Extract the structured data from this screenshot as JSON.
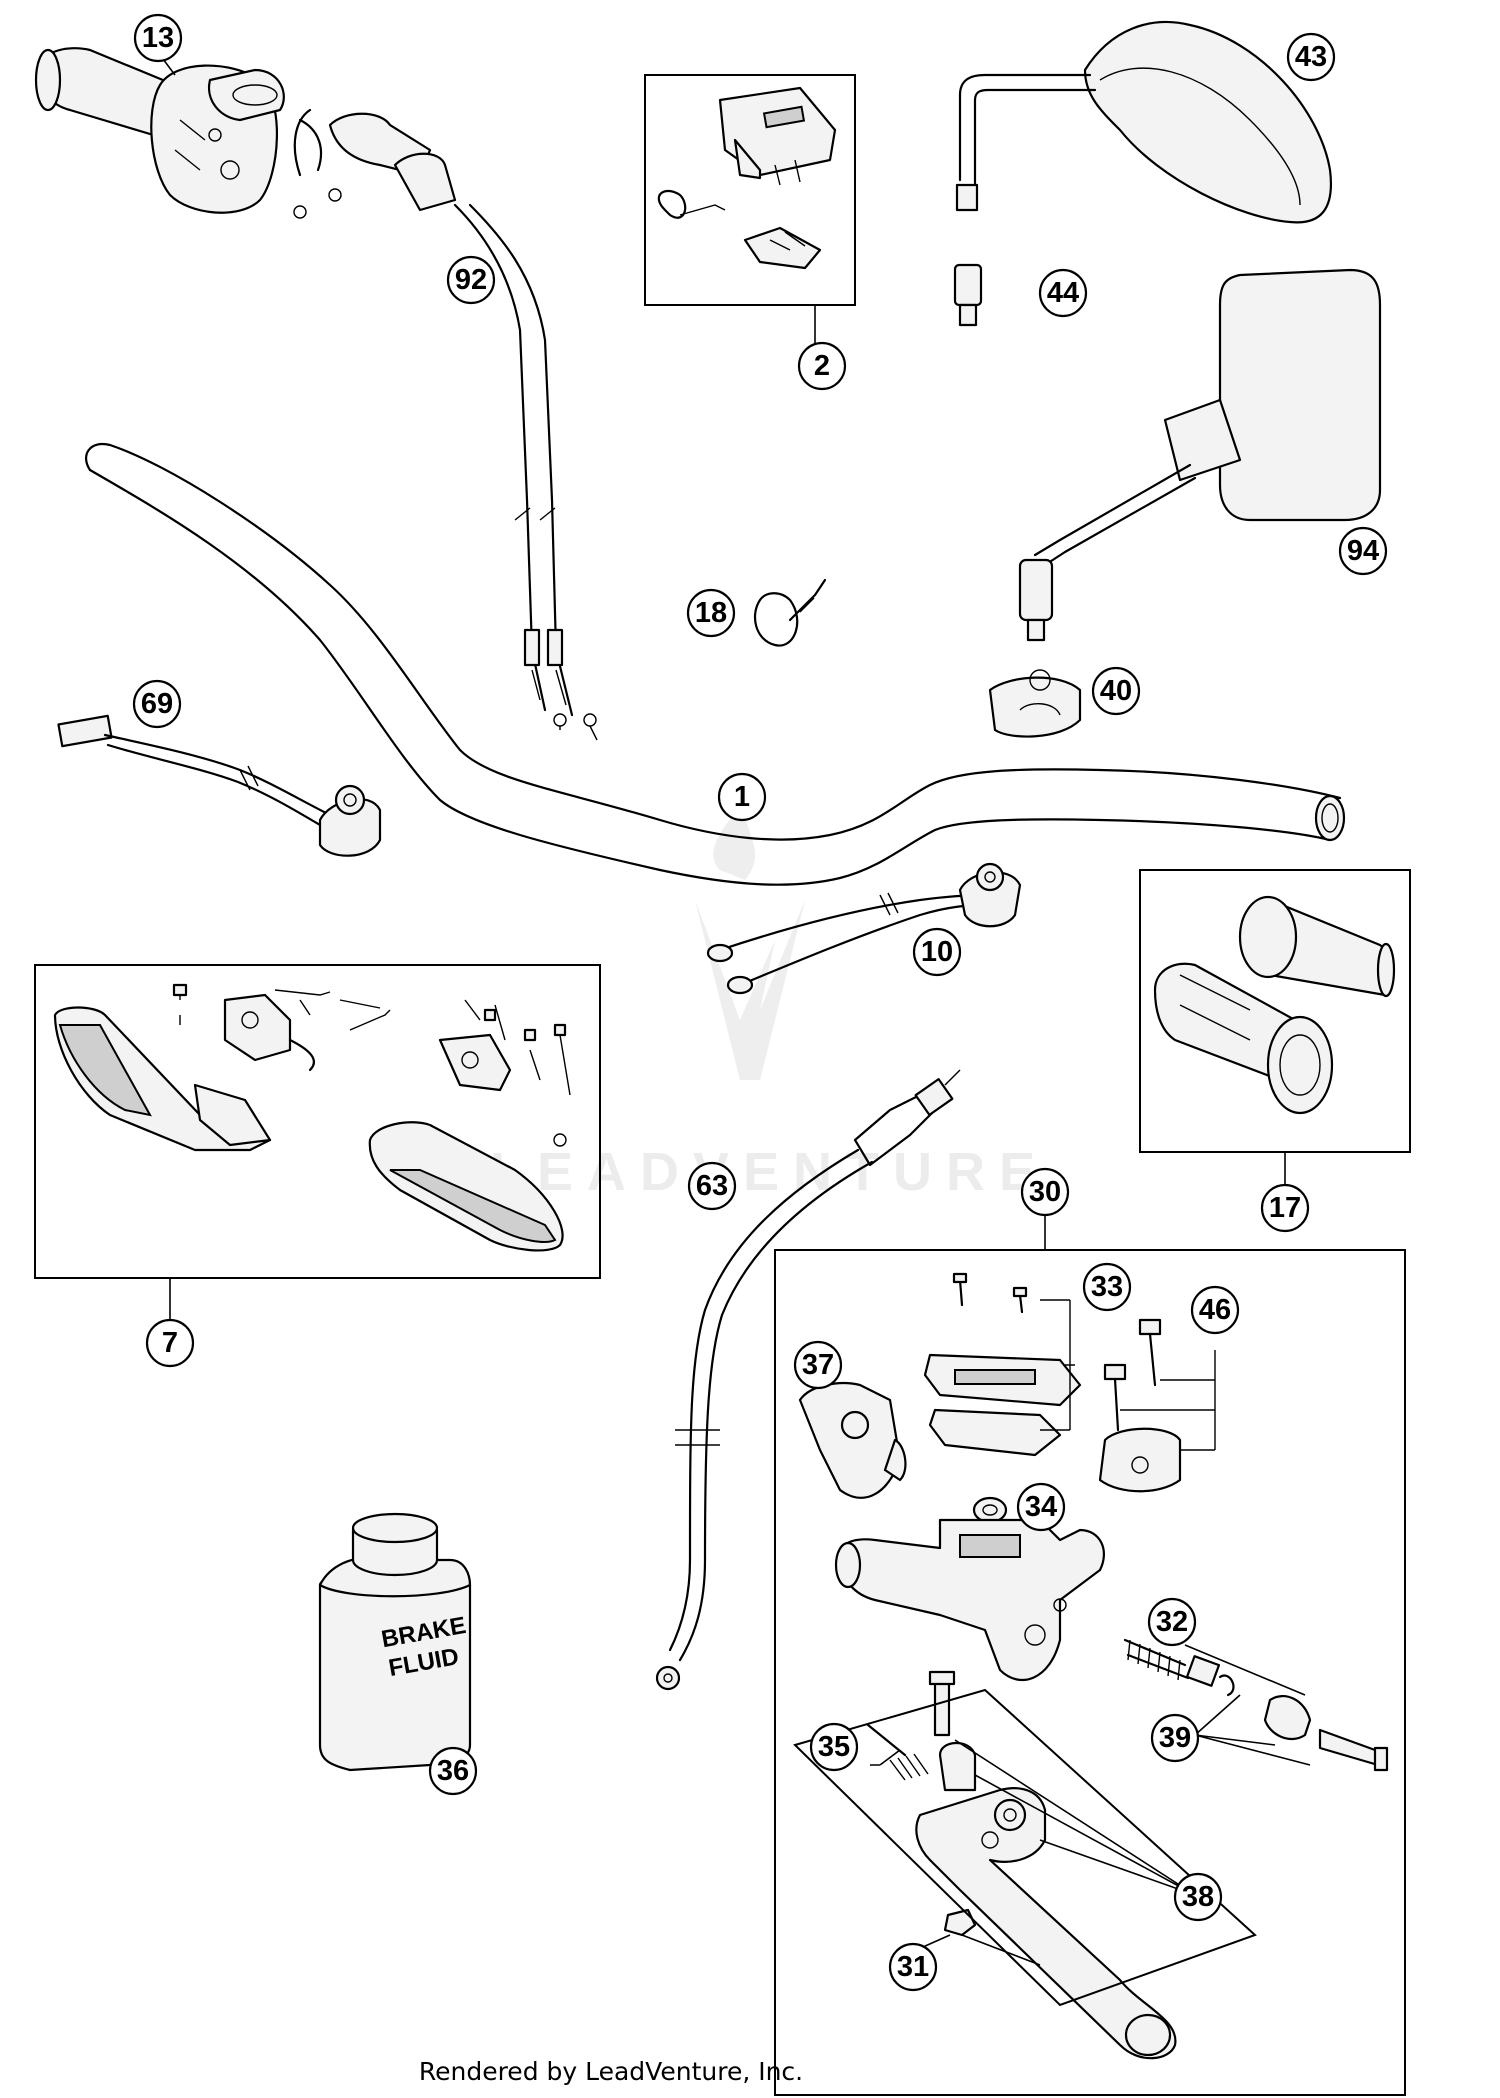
{
  "diagram": {
    "footer": "Rendered by LeadVenture, Inc.",
    "watermark": "LEADVENTURE",
    "callouts": {
      "c1": "1",
      "c2": "2",
      "c7": "7",
      "c10": "10",
      "c13": "13",
      "c17": "17",
      "c18": "18",
      "c30": "30",
      "c31": "31",
      "c32": "32",
      "c33": "33",
      "c34": "34",
      "c35": "35",
      "c36": "36",
      "c37": "37",
      "c38": "38",
      "c39": "39",
      "c40": "40",
      "c43": "43",
      "c44": "44",
      "c46": "46",
      "c63": "63",
      "c69": "69",
      "c92": "92",
      "c94": "94"
    },
    "brake_fluid_can": {
      "line1": "BRAKE",
      "line2": "FLUID"
    }
  }
}
